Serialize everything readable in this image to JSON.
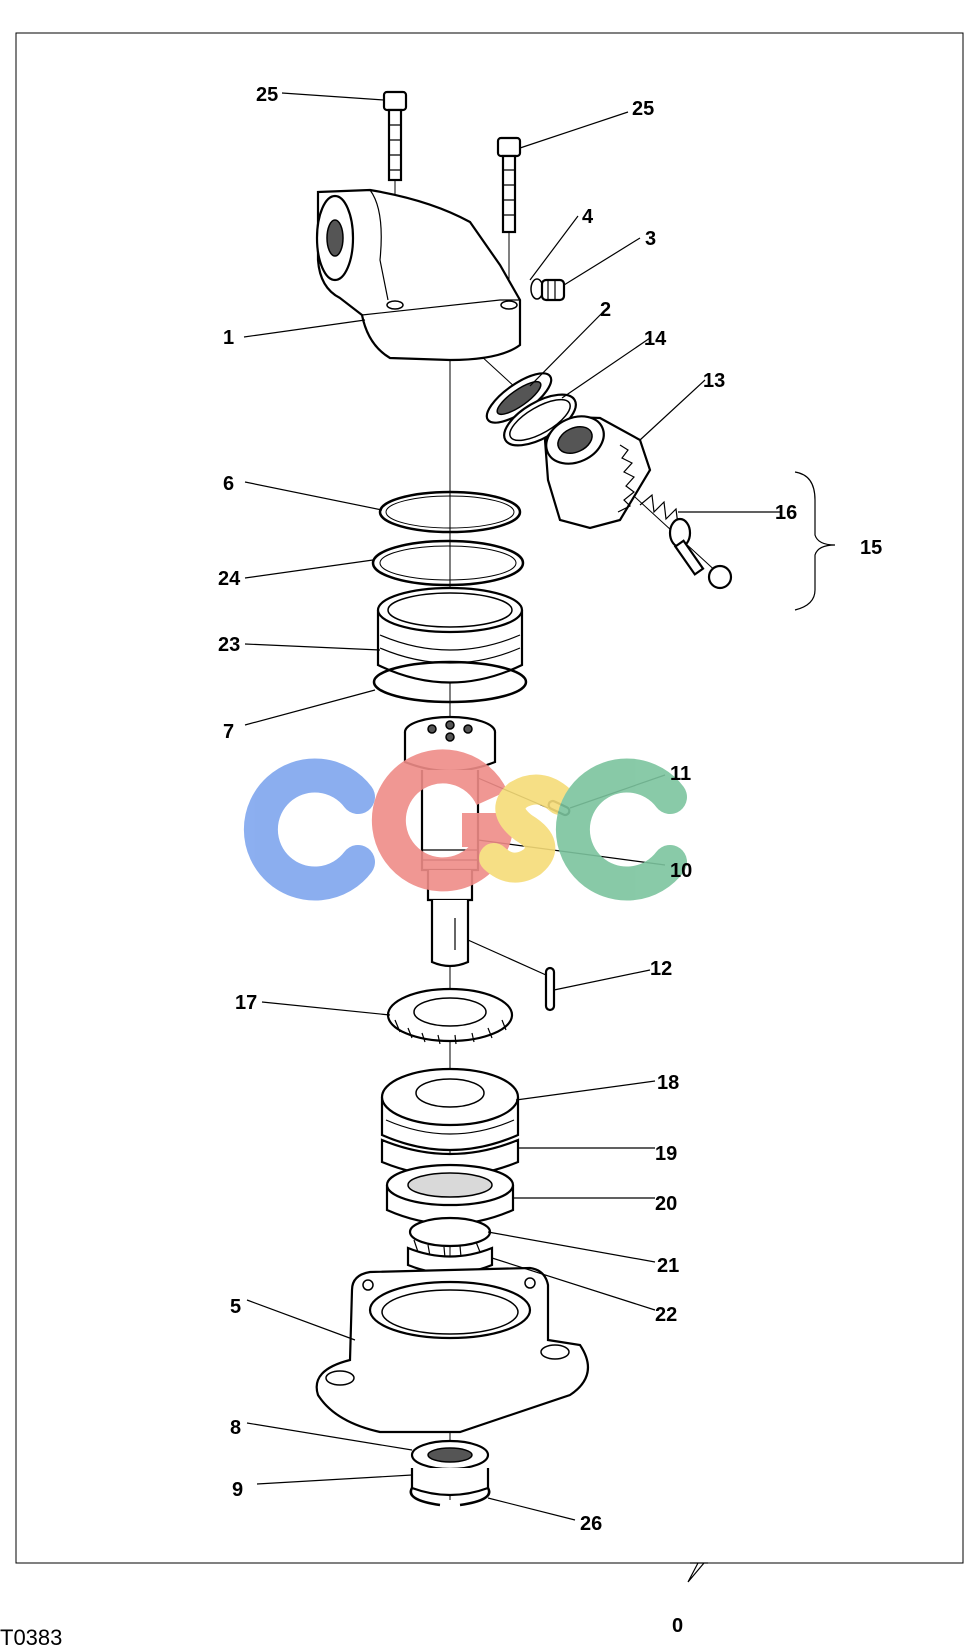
{
  "figure_code": "T0383",
  "page_marker": "0",
  "watermark": {
    "text": "CGSC",
    "colors": [
      "#7fa6ee",
      "#ef8c88",
      "#f6dc78",
      "#7cc49e"
    ]
  },
  "callouts": [
    {
      "id": "25a",
      "label": "25"
    },
    {
      "id": "25b",
      "label": "25"
    },
    {
      "id": "4",
      "label": "4"
    },
    {
      "id": "3",
      "label": "3"
    },
    {
      "id": "1",
      "label": "1"
    },
    {
      "id": "2",
      "label": "2"
    },
    {
      "id": "14",
      "label": "14"
    },
    {
      "id": "13",
      "label": "13"
    },
    {
      "id": "6",
      "label": "6"
    },
    {
      "id": "16",
      "label": "16"
    },
    {
      "id": "15",
      "label": "15"
    },
    {
      "id": "24",
      "label": "24"
    },
    {
      "id": "23",
      "label": "23"
    },
    {
      "id": "7",
      "label": "7"
    },
    {
      "id": "11",
      "label": "11"
    },
    {
      "id": "10",
      "label": "10"
    },
    {
      "id": "12",
      "label": "12"
    },
    {
      "id": "17",
      "label": "17"
    },
    {
      "id": "18",
      "label": "18"
    },
    {
      "id": "19",
      "label": "19"
    },
    {
      "id": "20",
      "label": "20"
    },
    {
      "id": "21",
      "label": "21"
    },
    {
      "id": "22",
      "label": "22"
    },
    {
      "id": "5",
      "label": "5"
    },
    {
      "id": "8",
      "label": "8"
    },
    {
      "id": "9",
      "label": "9"
    },
    {
      "id": "26",
      "label": "26"
    }
  ]
}
